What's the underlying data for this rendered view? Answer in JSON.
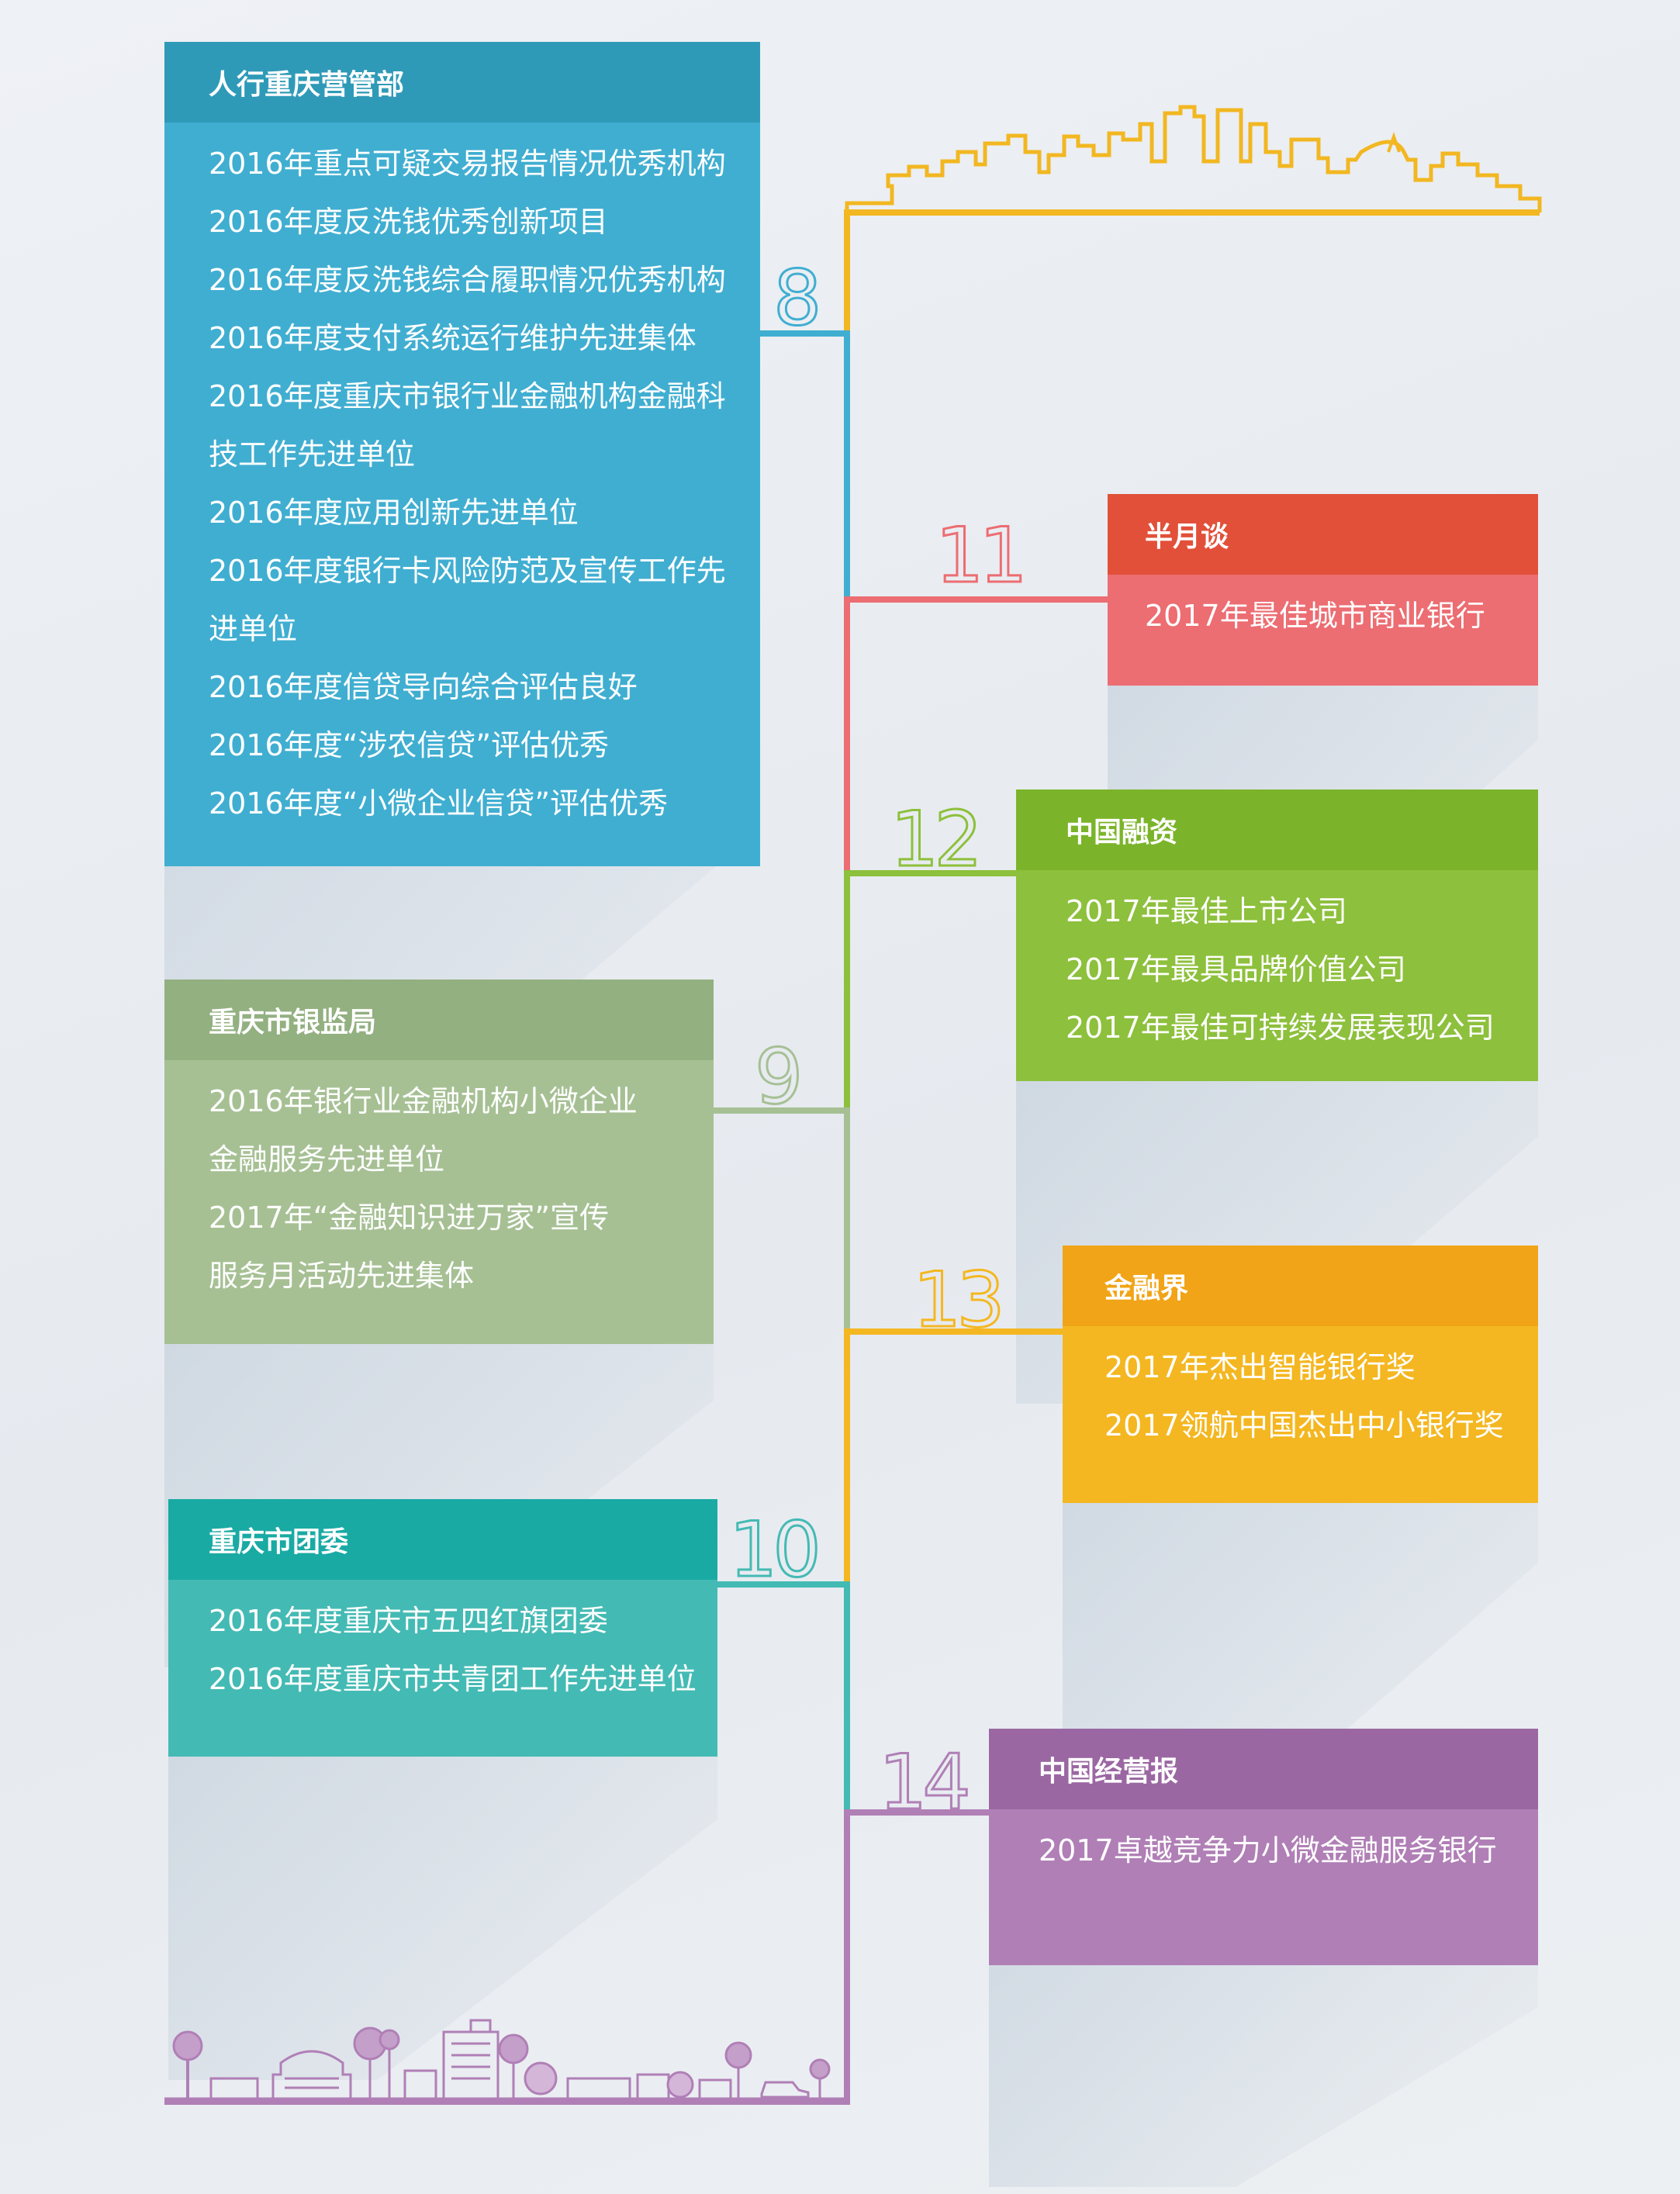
{
  "accent_colors": {
    "blue": "#40aed1",
    "red": "#ec6d72",
    "green": "#8dc03c",
    "sage": "#a6c094",
    "amber": "#f4b721",
    "teal": "#44bab4",
    "purple": "#b07fb6",
    "yellow_line": "#f2b721"
  },
  "entries": [
    {
      "number": "8",
      "org": "人行重庆营管部",
      "color": "#40aed1",
      "head_color": "#2f9ab8",
      "items": [
        "2016年重点可疑交易报告情况优秀机构",
        "2016年度反洗钱优秀创新项目",
        "2016年度反洗钱综合履职情况优秀机构",
        "2016年度支付系统运行维护先进集体",
        "2016年度重庆市银行业金融机构金融科",
        "技工作先进单位",
        "2016年度应用创新先进单位",
        "2016年度银行卡风险防范及宣传工作先",
        "进单位",
        "2016年度信贷导向综合评估良好",
        "2016年度“涉农信贷”评估优秀",
        "2016年度“小微企业信贷”评估优秀"
      ]
    },
    {
      "number": "11",
      "org": "半月谈",
      "color": "#ec6d72",
      "head_color": "#e2503a",
      "items": [
        "2017年最佳城市商业银行"
      ]
    },
    {
      "number": "12",
      "org": "中国融资",
      "color": "#8dc03c",
      "head_color": "#7bb42a",
      "items": [
        "2017年最佳上市公司",
        "2017年最具品牌价值公司",
        "2017年最佳可持续发展表现公司"
      ]
    },
    {
      "number": "9",
      "org": "重庆市银监局",
      "color": "#a6c094",
      "head_color": "#93b081",
      "items": [
        "2016年银行业金融机构小微企业",
        "金融服务先进单位",
        "2017年“金融知识进万家”宣传",
        "服务月活动先进集体"
      ]
    },
    {
      "number": "13",
      "org": "金融界",
      "color": "#f4b721",
      "head_color": "#f1a417",
      "items": [
        "2017年杰出智能银行奖",
        "2017领航中国杰出中小银行奖"
      ]
    },
    {
      "number": "10",
      "org": "重庆市团委",
      "color": "#44bab4",
      "head_color": "#19aaa4",
      "items": [
        "2016年度重庆市五四红旗团委",
        "2016年度重庆市共青团工作先进单位"
      ]
    },
    {
      "number": "14",
      "org": "中国经营报",
      "color": "#b07fb6",
      "head_color": "#9b67a3",
      "items": [
        "2017卓越竞争力小微金融服务银行"
      ]
    }
  ],
  "decorations": {
    "top_skyline": "city-skyline-outline",
    "bottom_scene": "trees-buildings-car-illustration"
  }
}
